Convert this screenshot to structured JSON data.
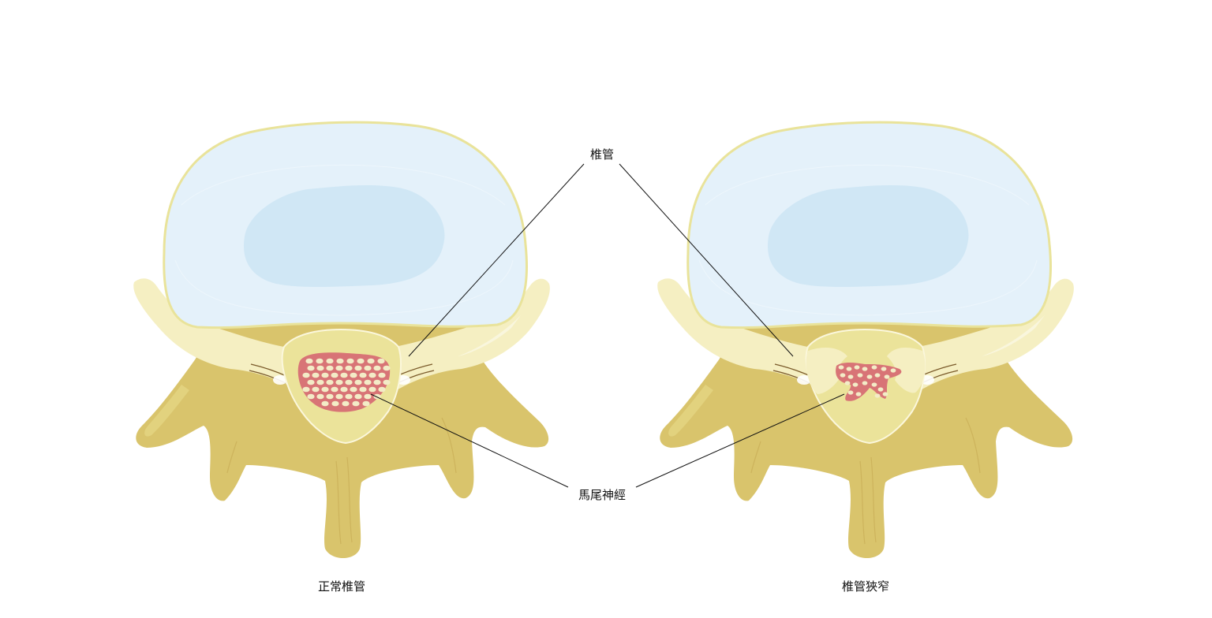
{
  "labels": {
    "canal": "椎管",
    "cauda_equina": "馬尾神經",
    "normal_caption": "正常椎管",
    "stenosis_caption": "椎管狹窄"
  },
  "colors": {
    "disc_outer": "#e4f1fa",
    "disc_inner": "#d0e7f5",
    "disc_rim": "#e9e39a",
    "bone": "#d9c46c",
    "bone_light": "#f5efc2",
    "canal_fill": "#ebe39a",
    "nerve": "#d87476",
    "nerve_dot": "#f3ecc7",
    "leader": "#111111"
  }
}
